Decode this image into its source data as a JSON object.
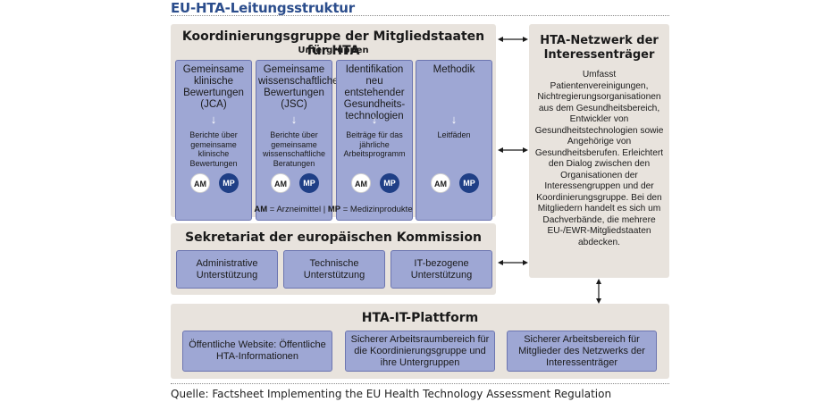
{
  "title": "EU-HTA-Leitungsstruktur",
  "source": "Quelle: Factsheet Implementing the EU Health Technology Assessment Regulation",
  "coordination_group": {
    "title": "Koordinierungsgruppe der Mitgliedstaaten für HTA",
    "subtitle": "Untergruppen",
    "columns": [
      {
        "head": "Gemeinsame klinische Bewertungen (JCA)",
        "output": "Berichte über gemeinsame klinische Bewertungen",
        "badge_am": "AM",
        "badge_mp": "MP"
      },
      {
        "head": "Gemeinsame wissenschaftliche Bewertungen (JSC)",
        "output": "Berichte über gemeinsame wissenschaftliche Beratungen",
        "badge_am": "AM",
        "badge_mp": "MP"
      },
      {
        "head": "Identifikation neu entstehender Gesundheits-technologien",
        "output": "Beiträge für das jährliche Arbeitsprogramm",
        "badge_am": "AM",
        "badge_mp": "MP"
      },
      {
        "head": "Methodik",
        "output": "Leitfäden",
        "badge_am": "AM",
        "badge_mp": "MP"
      }
    ],
    "legend": {
      "am_abbr": "AM",
      "am_text": " = Arzneimittel | ",
      "mp_abbr": "MP",
      "mp_text": " = Medizinprodukte"
    }
  },
  "secretariat": {
    "title": "Sekretariat der europäischen Kommission",
    "boxes": [
      "Administrative Unterstützung",
      "Technische Unterstützung",
      "IT-bezogene Unterstützung"
    ]
  },
  "network": {
    "title": "HTA-Netzwerk der Interessenträger",
    "description": "Umfasst Patientenvereinigungen, Nichtregierungsorganisationen aus dem Gesundheitsbereich, Entwickler von Gesundheitstechnologien sowie Angehörige von Gesundheitsberufen. Erleichtert den Dialog zwischen den Organisationen der Interessengruppen und der Koordinierungsgruppe. Bei den Mitgliedern handelt es sich um Dachverbände, die mehrere EU-/EWR-Mitgliedstaaten abdecken."
  },
  "platform": {
    "title": "HTA-IT-Plattform",
    "boxes": [
      "Öffentliche Website: Öffentliche HTA-Informationen",
      "Sicherer Arbeitsraumbereich für die Koordinierungsgruppe und ihre Untergruppen",
      "Sicherer Arbeitsbereich für Mitglieder des Netzwerks der Interessenträger"
    ]
  },
  "colors": {
    "title": "#2b4d8c",
    "panel": "#e8e3dd",
    "box": "#9ea7d4",
    "box_border": "#6c75b0",
    "mp_badge": "#1f3f86"
  }
}
